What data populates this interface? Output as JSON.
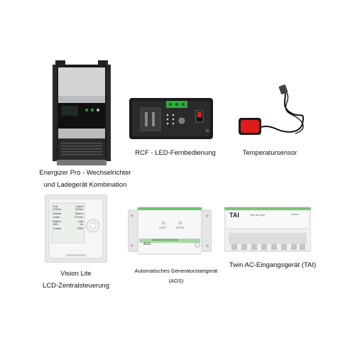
{
  "products": [
    {
      "id": "inverter",
      "caption_lines": [
        "Energizer Pro - Wechselrichter",
        "und Ladegerät Kombination"
      ]
    },
    {
      "id": "rcf",
      "caption_lines": [
        "RCF - LED-Fernbedienung"
      ]
    },
    {
      "id": "sensor",
      "caption_lines": [
        "Temperatursensor"
      ]
    },
    {
      "id": "vision",
      "caption_lines": [
        "Vision Lite",
        "LCD-Zentralsteuerung"
      ],
      "panel_labels": [
        "Grid",
        "Output",
        "Normal",
        "System",
        "Battery",
        "Load",
        "Charge"
      ],
      "panel_values": [
        "230Vac",
        "230Vac",
        "Active",
        "12.0Vdc",
        "80%",
        "3A",
        "700W"
      ]
    },
    {
      "id": "ags",
      "caption_lines": [
        "Automatisches Generatorstartgerät",
        "(AGS)"
      ],
      "device_text": {
        "brand": "AGS",
        "strip": "Automatic Generator Start",
        "led1": "START",
        "led2": "ERROR"
      }
    },
    {
      "id": "tai",
      "caption_lines": [
        "Twin AC-Eingangsgerät (TAI)"
      ],
      "device_text": {
        "brand": "TAI",
        "subtitle": "Twin AC Input",
        "logo": "Victron"
      }
    }
  ]
}
